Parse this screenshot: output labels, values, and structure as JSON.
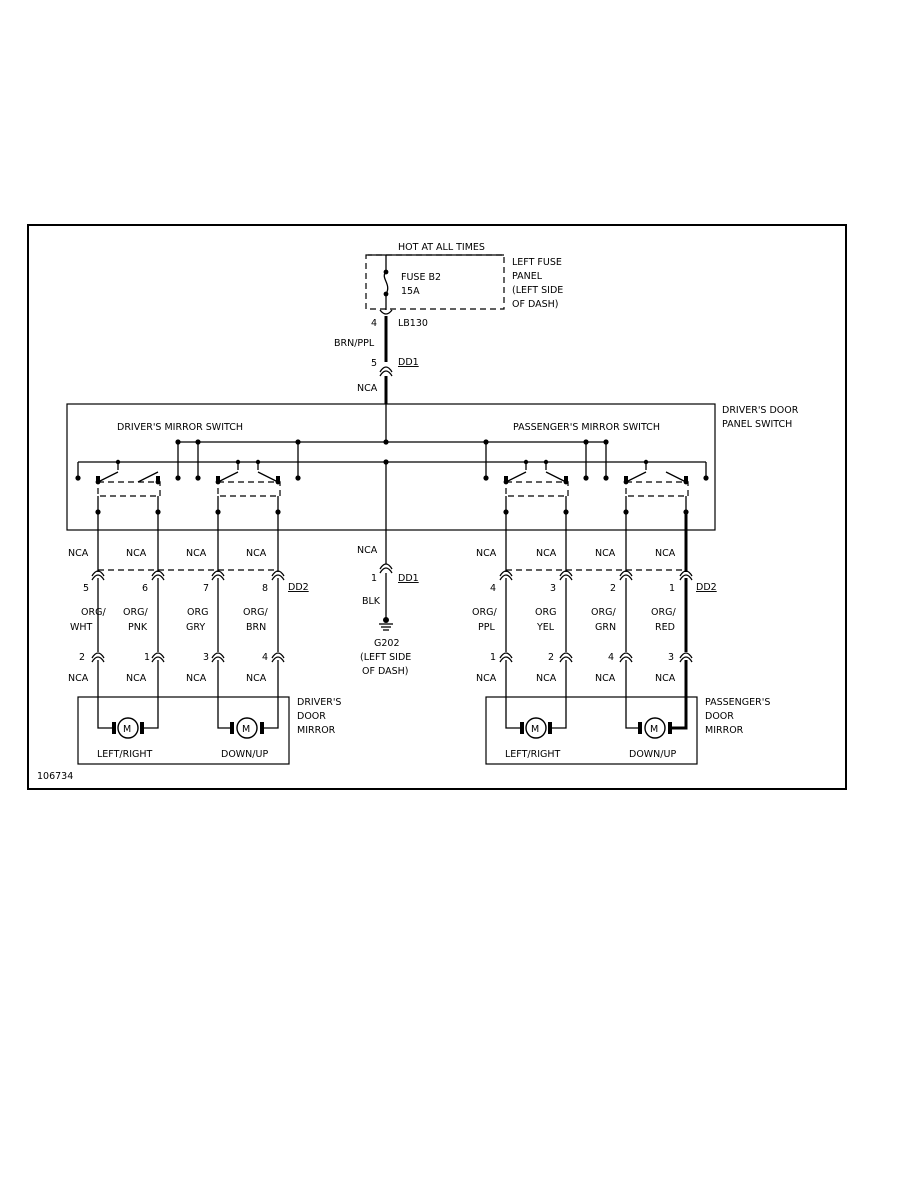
{
  "fuse": {
    "hot_label": "HOT AT ALL TIMES",
    "name": "FUSE B2",
    "rating": "15A",
    "panel_line1": "LEFT FUSE",
    "panel_line2": "PANEL",
    "panel_line3": "(LEFT SIDE",
    "panel_line4": "OF DASH)",
    "pin": "4",
    "terminal": "LB130"
  },
  "feed": {
    "wire_color": "BRN/PPL",
    "pin": "5",
    "connector": "DD1",
    "circuit": "NCA"
  },
  "switch_panel": {
    "name_line1": "DRIVER'S DOOR",
    "name_line2": "PANEL SWITCH",
    "driver_switch": "DRIVER'S MIRROR SWITCH",
    "passenger_switch": "PASSENGER'S MIRROR SWITCH"
  },
  "ground": {
    "circuit": "NCA",
    "pin": "1",
    "connector": "DD1",
    "wire_color": "BLK",
    "name": "G202",
    "loc_line1": "(LEFT SIDE",
    "loc_line2": "OF DASH)"
  },
  "driver_wires": [
    {
      "top": "NCA",
      "pin": "5",
      "color1": "ORG/",
      "color2": "WHT",
      "mirror_pin": "2",
      "bottom": "NCA"
    },
    {
      "top": "NCA",
      "pin": "6",
      "color1": "ORG/",
      "color2": "PNK",
      "mirror_pin": "1",
      "bottom": "NCA"
    },
    {
      "top": "NCA",
      "pin": "7",
      "color1": "ORG",
      "color2": "GRY",
      "mirror_pin": "3",
      "bottom": "NCA"
    },
    {
      "top": "NCA",
      "pin": "8",
      "color1": "ORG/",
      "color2": "BRN",
      "mirror_pin": "4",
      "bottom": "NCA"
    }
  ],
  "passenger_wires": [
    {
      "top": "NCA",
      "pin": "4",
      "color1": "ORG/",
      "color2": "PPL",
      "mirror_pin": "1",
      "bottom": "NCA"
    },
    {
      "top": "NCA",
      "pin": "3",
      "color1": "ORG",
      "color2": "YEL",
      "mirror_pin": "2",
      "bottom": "NCA"
    },
    {
      "top": "NCA",
      "pin": "2",
      "color1": "ORG/",
      "color2": "GRN",
      "mirror_pin": "4",
      "bottom": "NCA"
    },
    {
      "top": "NCA",
      "pin": "1",
      "color1": "ORG/",
      "color2": "RED",
      "mirror_pin": "3",
      "bottom": "NCA"
    }
  ],
  "connector_dd2": "DD2",
  "driver_mirror": {
    "name_line1": "DRIVER'S",
    "name_line2": "DOOR",
    "name_line3": "MIRROR",
    "motor1": "LEFT/RIGHT",
    "motor2": "DOWN/UP",
    "motor_symbol": "M"
  },
  "passenger_mirror": {
    "name_line1": "PASSENGER'S",
    "name_line2": "DOOR",
    "name_line3": "MIRROR",
    "motor1": "LEFT/RIGHT",
    "motor2": "DOWN/UP",
    "motor_symbol": "M"
  },
  "figure_id": "106734"
}
